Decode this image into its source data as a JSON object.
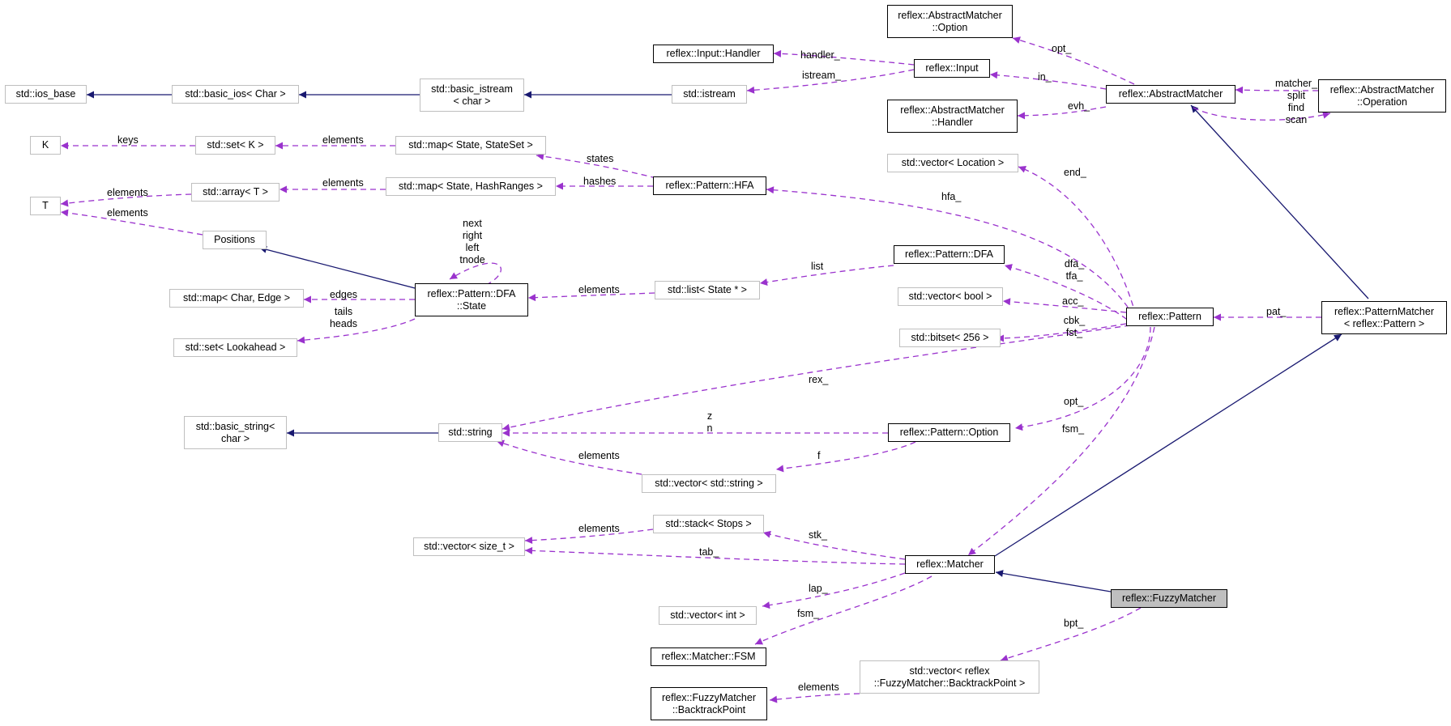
{
  "colors": {
    "inheritance": "#191970",
    "usage": "#9a32cd",
    "solid_border": "#000000",
    "faded_border": "#bfbfbf",
    "focus_fill": "#bfbfbf"
  },
  "nodes": {
    "abs_option": "reflex::AbstractMatcher\n::Option",
    "input_handler": "reflex::Input::Handler",
    "input": "reflex::Input",
    "abs_matcher": "reflex::AbstractMatcher",
    "abs_operation": "reflex::AbstractMatcher\n::Operation",
    "ios_base": "std::ios_base",
    "basic_ios": "std::basic_ios< Char >",
    "basic_istream": "std::basic_istream\n< char >",
    "istream": "std::istream",
    "abs_handler": "reflex::AbstractMatcher\n::Handler",
    "K": "K",
    "set_K": "std::set< K >",
    "map_stateset": "std::map< State, StateSet >",
    "T": "T",
    "array_T": "std::array< T >",
    "map_hashranges": "std::map< State, HashRanges >",
    "pattern_hfa": "reflex::Pattern::HFA",
    "vector_location": "std::vector< Location >",
    "positions": "Positions",
    "pattern_dfa": "reflex::Pattern::DFA",
    "map_edge": "std::map< Char, Edge >",
    "dfa_state": "reflex::Pattern::DFA\n::State",
    "list_state": "std::list< State * >",
    "vector_bool": "std::vector< bool >",
    "pattern": "reflex::Pattern",
    "pattern_matcher": "reflex::PatternMatcher\n< reflex::Pattern >",
    "set_lookahead": "std::set< Lookahead >",
    "bitset": "std::bitset< 256 >",
    "basic_string": "std::basic_string<\nchar >",
    "string": "std::string",
    "pattern_option": "reflex::Pattern::Option",
    "vector_string": "std::vector< std::string >",
    "stack_stops": "std::stack< Stops >",
    "vector_size_t": "std::vector< size_t >",
    "matcher": "reflex::Matcher",
    "fuzzy_matcher": "reflex::FuzzyMatcher",
    "vector_int": "std::vector< int >",
    "matcher_fsm": "reflex::Matcher::FSM",
    "vector_backtrack": "std::vector< reflex\n::FuzzyMatcher::BacktrackPoint >",
    "backtrack_point": "reflex::FuzzyMatcher\n::BacktrackPoint"
  },
  "edge_labels": {
    "opt_": "opt_",
    "handler_": "handler_",
    "in_": "in_",
    "istream_": "istream_",
    "evh_": "evh_",
    "matcher_ops": "matcher_\nsplit\nfind\nscan",
    "keys": "keys",
    "elements_set_map": "elements",
    "states": "states",
    "elements_array": "elements",
    "elements_hashranges": "elements",
    "hashes": "hashes",
    "elements_positions": "elements",
    "self_loop": "next\nright\nleft\ntnode",
    "end_": "end_",
    "hfa_": "hfa_",
    "list": "list",
    "edges": "edges",
    "elements_list": "elements",
    "dfa_tfa": "dfa_\ntfa_",
    "acc_": "acc_",
    "pat_": "pat_",
    "tails_heads": "tails\nheads",
    "cbk_fst": "cbk_\nfst_",
    "rex_": "rex_",
    "opt_pattern": "opt_",
    "z_n": "z\nn",
    "fsm_pattern": "fsm_",
    "f": "f",
    "elements_vecstring": "elements",
    "elements_stack": "elements",
    "stk_": "stk_",
    "tab_": "tab_",
    "lap_": "lap_",
    "fsm_matcher": "fsm_",
    "bpt_": "bpt_",
    "elements_backtrack": "elements"
  }
}
